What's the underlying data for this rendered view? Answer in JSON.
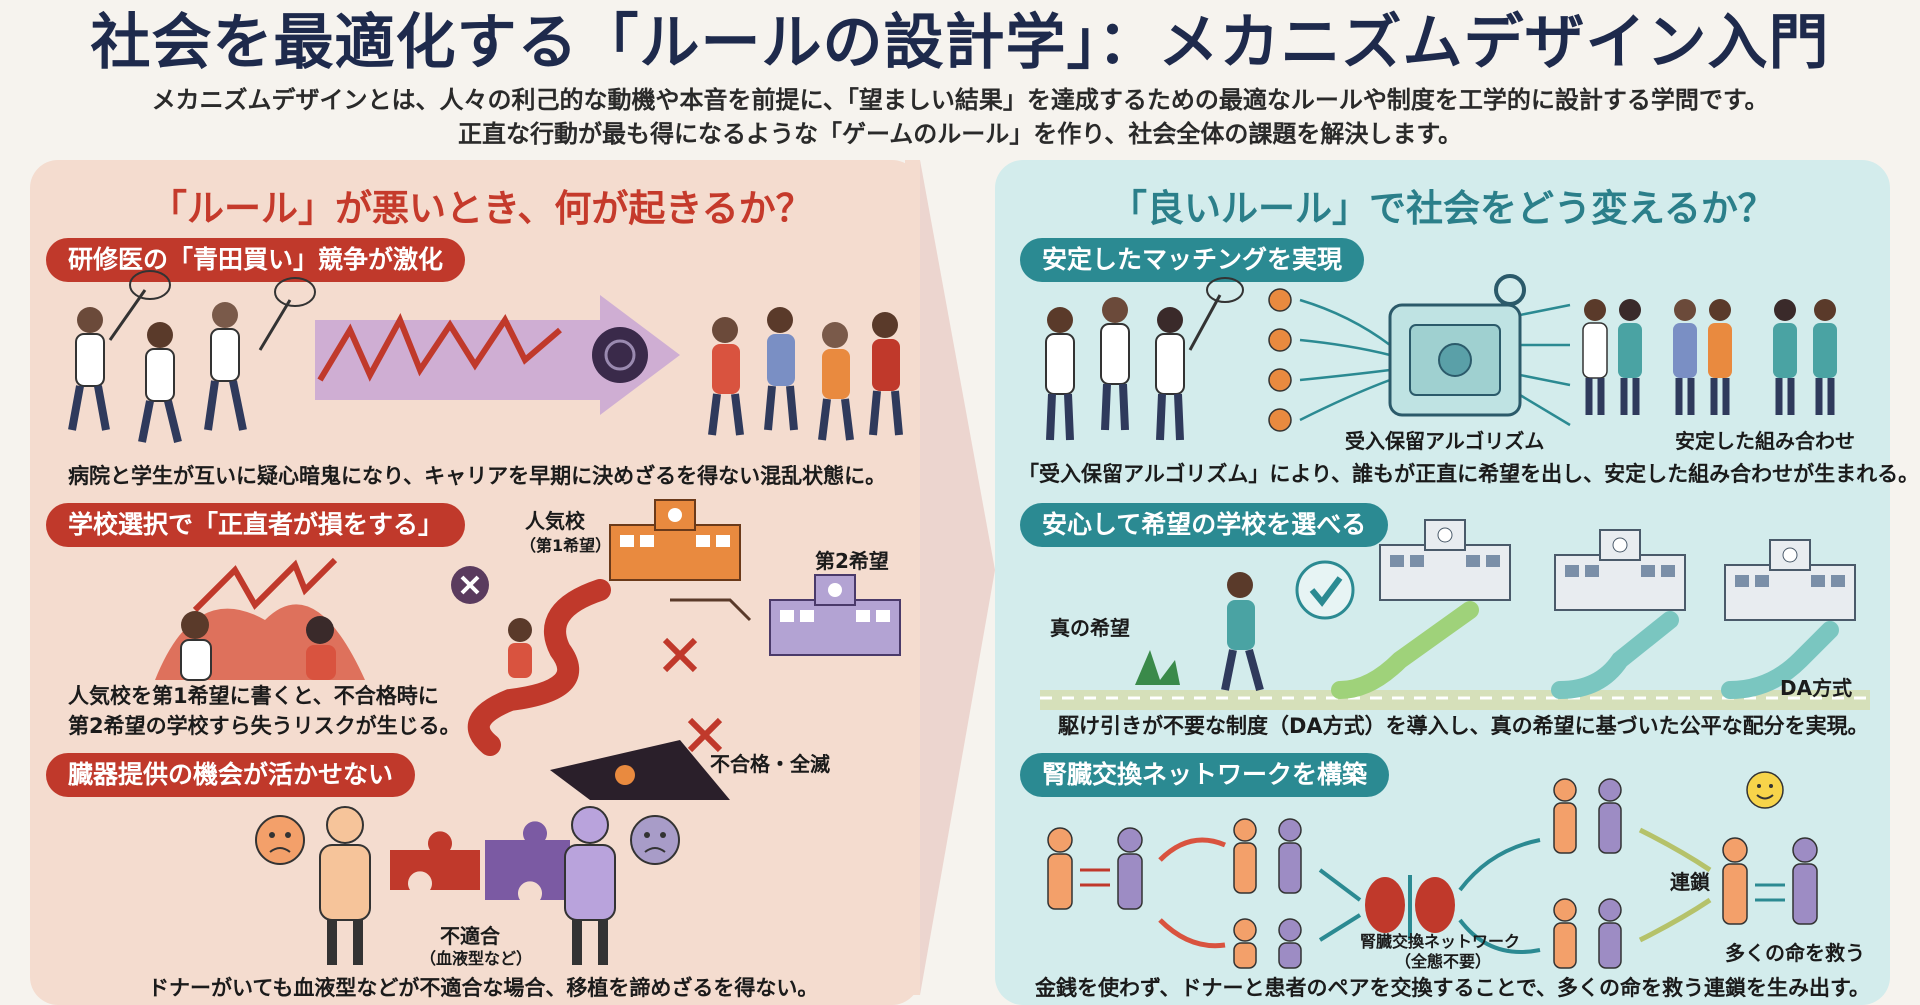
{
  "title": "社会を最適化する「ルールの設計学」：メカニズムデザイン入門",
  "intro": {
    "line1": "メカニズムデザインとは、人々の利己的な動機や本音を前提に、「望ましい結果」を達成するための最適なルールや制度を工学的に設計する学問です。",
    "line2": "正直な行動が最も得になるような「ゲームのルール」を作り、社会全体の課題を解決します。"
  },
  "left": {
    "heading": "「ルール」が悪いとき、何が起きるか？",
    "sections": [
      {
        "pill": "研修医の「青田買い」競争が激化",
        "caption": "病院と学生が互いに疑心暗鬼になり、キャリアを早期に決めざるを得ない混乱状態に。"
      },
      {
        "pill": "学校選択で「正直者が損をする」",
        "caption_line1": "人気校を第1希望に書くと、不合格時に",
        "caption_line2": "第2希望の学校すら失うリスクが生じる。",
        "label_popular": "人気校",
        "label_popular_sub": "（第1希望）",
        "label_second": "第2希望",
        "label_fail": "不合格・全滅"
      },
      {
        "pill": "臓器提供の機会が活かせない",
        "label_mismatch": "不適合",
        "label_mismatch_sub": "（血液型など）",
        "caption": "ドナーがいても血液型などが不適合な場合、移植を諦めざるを得ない。"
      }
    ]
  },
  "right": {
    "heading": "「良いルール」で社会をどう変えるか？",
    "sections": [
      {
        "pill": "安定したマッチングを実現",
        "label_algorithm": "受入保留アルゴリズム",
        "label_stable": "安定した組み合わせ",
        "caption": "「受入保留アルゴリズム」により、誰もが正直に希望を出し、安定した組み合わせが生まれる。"
      },
      {
        "pill": "安心して希望の学校を選べる",
        "label_true": "真の希望",
        "label_da": "DA方式",
        "caption": "駆け引きが不要な制度（DA方式）を導入し、真の希望に基づいた公平な配分を実現。"
      },
      {
        "pill": "腎臓交換ネットワークを構築",
        "label_chain": "連鎖",
        "label_network": "腎臓交換ネットワーク",
        "label_network_sub": "（全態不要）",
        "label_save": "多くの命を救う",
        "caption": "金銭を使わず、ドナーと患者のペアを交換することで、多くの命を救う連鎖を生み出す。"
      }
    ]
  },
  "colors": {
    "left_panel": "#f4dccf",
    "right_panel": "#d3ecec",
    "red_accent": "#c0392b",
    "teal_accent": "#2b8a92",
    "title": "#1e2a4c"
  },
  "icons": [
    "doctor-icon",
    "net-icon",
    "zigzag-arrow-icon",
    "vortex-icon",
    "students-icon",
    "x-mark-icon",
    "school-icon",
    "pit-icon",
    "puzzle-icon",
    "sad-face-icon",
    "gear-icon",
    "check-icon",
    "kidney-icon",
    "smile-face-icon"
  ]
}
